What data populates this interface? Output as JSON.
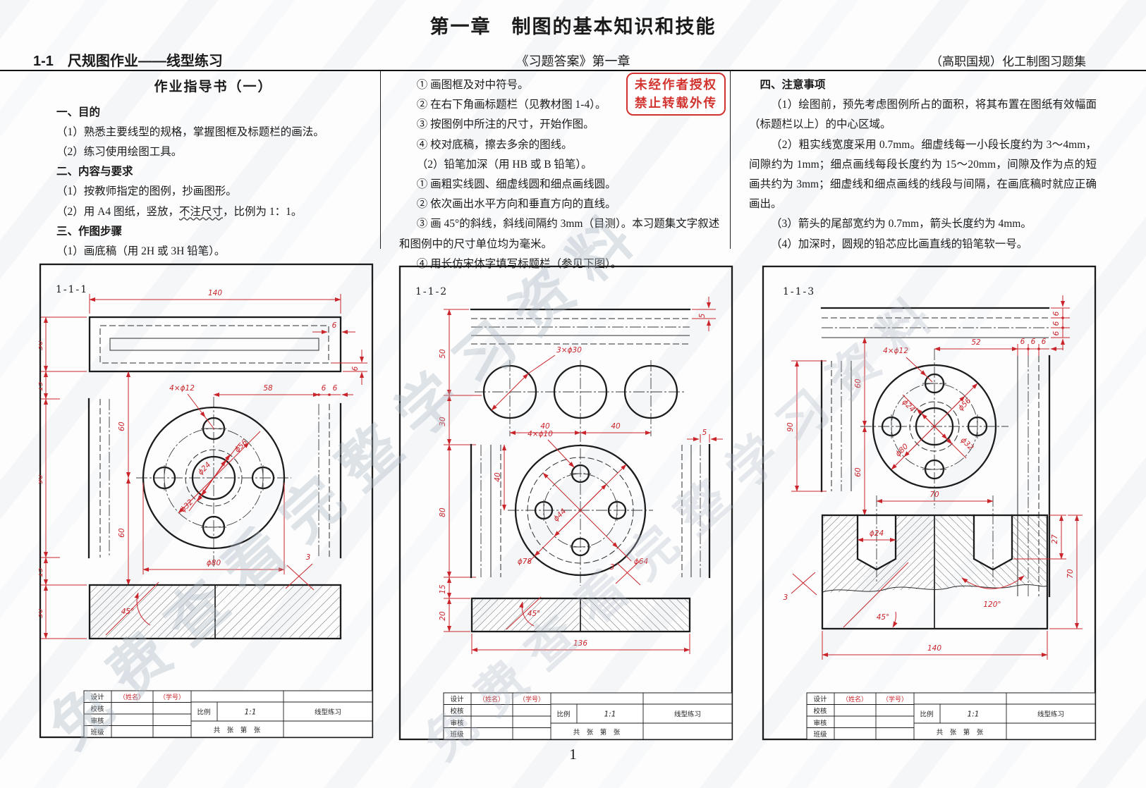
{
  "header": {
    "chapter_title": "第一章　制图的基本知识和技能",
    "section_left": "1-1　尺规图作业——线型练习",
    "section_center": "《习题答案》第一章",
    "section_right": "（高职国规）化工制图习题集"
  },
  "notice_badge": {
    "line1": "未经作者授权",
    "line2": "禁止转载外传",
    "color": "#d2322d"
  },
  "instructions": {
    "col1": {
      "title": "作业指导书（一）",
      "h1": "一、目的",
      "l1": "（1）熟悉主要线型的规格，掌握图框及标题栏的画法。",
      "l2": "（2）练习使用绘图工具。",
      "h2": "二、内容与要求",
      "l3": "（1）按教师指定的图例，抄画图形。",
      "l4a": "（2）用 A4 图纸，竖放，",
      "l4b": "不注尺寸",
      "l4c": "，比例为 1：1。",
      "h3": "三、作图步骤",
      "l5": "（1）画底稿（用 2H 或 3H 铅笔）。"
    },
    "col2": {
      "l1": "① 画图框及对中符号。",
      "l2": "② 在右下角画标题栏（见教材图 1-4）。",
      "l3": "③ 按图例中所注的尺寸，开始作图。",
      "l4": "④ 校对底稿，擦去多余的图线。",
      "l5": "（2）铅笔加深（用 HB 或 B 铅笔）。",
      "l6": "① 画粗实线圆、细虚线圆和细点画线圆。",
      "l7": "② 依次画出水平方向和垂直方向的直线。",
      "l8": "③ 画 45°的斜线，斜线间隔约 3mm（目测）。本习题集文字叙述和图例中的尺寸单位均为毫米。",
      "l9": "④ 用长仿宋体字填写标题栏（参见下图）。"
    },
    "col3": {
      "h": "四、注意事项",
      "p1": "（1）绘图前，预先考虑图例所占的面积，将其布置在图纸有效幅面（标题栏以上）的中心区域。",
      "p2": "（2）粗实线宽度采用 0.7mm。细虚线每一小段长度约为 3～4mm，间隙约为 1mm；细点画线每段长度约为 15～20mm，间隙及作为点的短画共约为 3mm；细虚线和细点画线的线段与间隔，在画底稿时就应正确画出。",
      "p3": "（3）箭头的尾部宽约为 0.7mm，箭头长度约为 4mm。",
      "p4": "（4）加深时，圆规的铅芯应比画直线的铅笔软一号。"
    }
  },
  "p1": {
    "label": "1-1-1",
    "d140": "140",
    "d30a": "30",
    "d15a": "15",
    "d90": "90",
    "d15b": "15",
    "d30b": "30",
    "d60a": "60",
    "d60b": "60",
    "d58": "58",
    "d6a": "6",
    "d6b": "6",
    "d6c": "6",
    "d6d": "6",
    "holes": "4×ϕ12",
    "dia56": "ϕ56",
    "dia24": "ϕ24",
    "dia32": "ϕ32",
    "dia80": "ϕ80",
    "hatch_pitch": "3",
    "hatch_angle": "45°"
  },
  "p2": {
    "label": "1-1-2",
    "d5a": "5",
    "d50": "50",
    "d30": "30",
    "d80": "80",
    "d15": "15",
    "d20": "20",
    "circles": "3×ϕ30",
    "d40a": "40",
    "d40b": "40",
    "d40c": "40",
    "d5b": "5",
    "holes": "4×ϕ10",
    "dia44": "ϕ44",
    "dia78": "ϕ78",
    "dia64": "ϕ64",
    "d136": "136",
    "hatch_pitch": "3",
    "hatch_angle": "45°"
  },
  "p3": {
    "label": "1-1-3",
    "d6a": "6",
    "d6b": "6",
    "d6c": "6",
    "d52": "52",
    "d6d": "6",
    "d6e": "6",
    "d6f": "6",
    "d90": "90",
    "d60a": "60",
    "d60b": "60",
    "holes": "4×ϕ12",
    "dia24": "ϕ24",
    "dia56": "ϕ56",
    "dia80": "ϕ80",
    "dia32": "ϕ32",
    "d70a": "70",
    "dia24b": "ϕ24",
    "d27": "27",
    "d70b": "70",
    "ang120": "120°",
    "ang45": "45°",
    "hatch_pitch": "3",
    "d140": "140"
  },
  "titleblock": {
    "design": "设计",
    "check": "校核",
    "review": "审核",
    "class": "班级",
    "name_hint": "（姓名）",
    "id_hint": "（学号）",
    "scale_label": "比例",
    "scale_value": "1:1",
    "sheet_title": "线型练习",
    "sheet_count": "共　张　第　张"
  },
  "watermark": {
    "text": "免费查看完整学习资料"
  },
  "page_number": "1",
  "colors": {
    "dimension_red": "#c9252b",
    "badge_red": "#d2322d",
    "line_black": "#1c1c1c"
  }
}
